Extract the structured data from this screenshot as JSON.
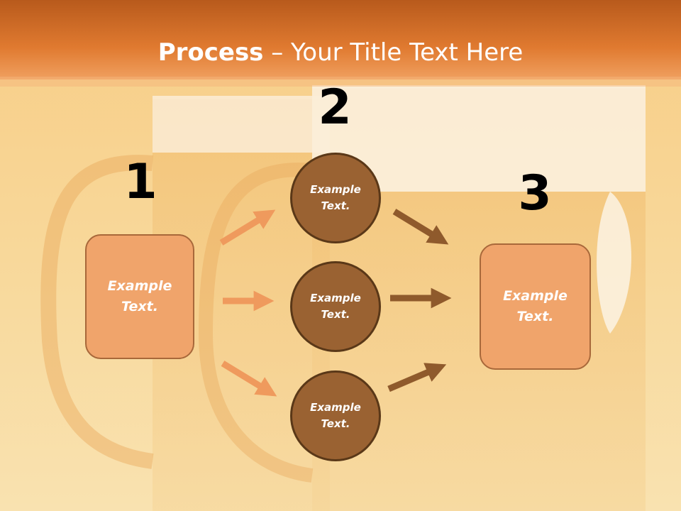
{
  "slide": {
    "title_bold": "Process",
    "title_rest": " – Your Title Text Here"
  },
  "steps": {
    "one": "1",
    "two": "2",
    "three": "3"
  },
  "nodes": {
    "left_box": "Example\nText.",
    "circle_top": "Example\nText.",
    "circle_middle": "Example\nText.",
    "circle_bottom": "Example\nText.",
    "right_box": "Example\nText."
  },
  "colors": {
    "header_band": "#e07a30",
    "box_fill": "#f0a46b",
    "circle_fill": "#9a6232",
    "arrow_light": "#ef9a5d",
    "arrow_dark": "#8f5a2c"
  }
}
